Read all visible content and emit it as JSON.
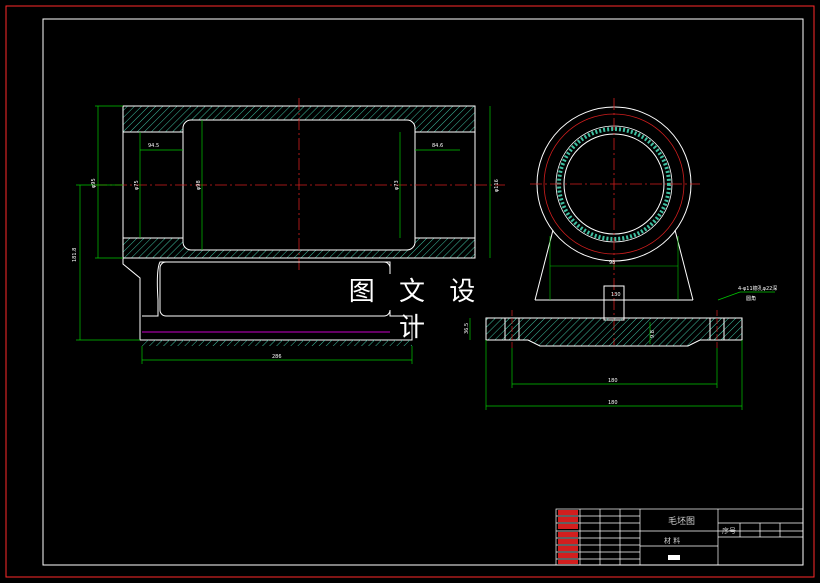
{
  "watermark": "图 文 设 计",
  "title_block": {
    "drawing_name": "毛坯图",
    "material_label": "材  料",
    "number_label": "序号"
  },
  "dimensions": {
    "left_top_dim": "94.5",
    "right_top_dim": "84.6",
    "overall_height": "φ95",
    "inner_dia_left": "φ75",
    "inner_dia_mid": "φ98",
    "inner_dia_right": "φ73",
    "outer_dia_right": "φ116",
    "total_height": "181.8",
    "base_length": "286",
    "side_width": "98",
    "side_mid": "130",
    "side_base_inner": "180",
    "side_base_total": "180",
    "side_small": "36.5",
    "side_mid_small": "9.8",
    "note": "4-φ11锪孔φ22深",
    "note_sub": "圆角"
  },
  "colors": {
    "border": "#ffffff",
    "hatch": "#3fbfa0",
    "outline": "#ffffff",
    "dimension": "#00c800",
    "center": "#d21e1e",
    "magenta": "#c800c8",
    "red": "#ff2a2a"
  }
}
